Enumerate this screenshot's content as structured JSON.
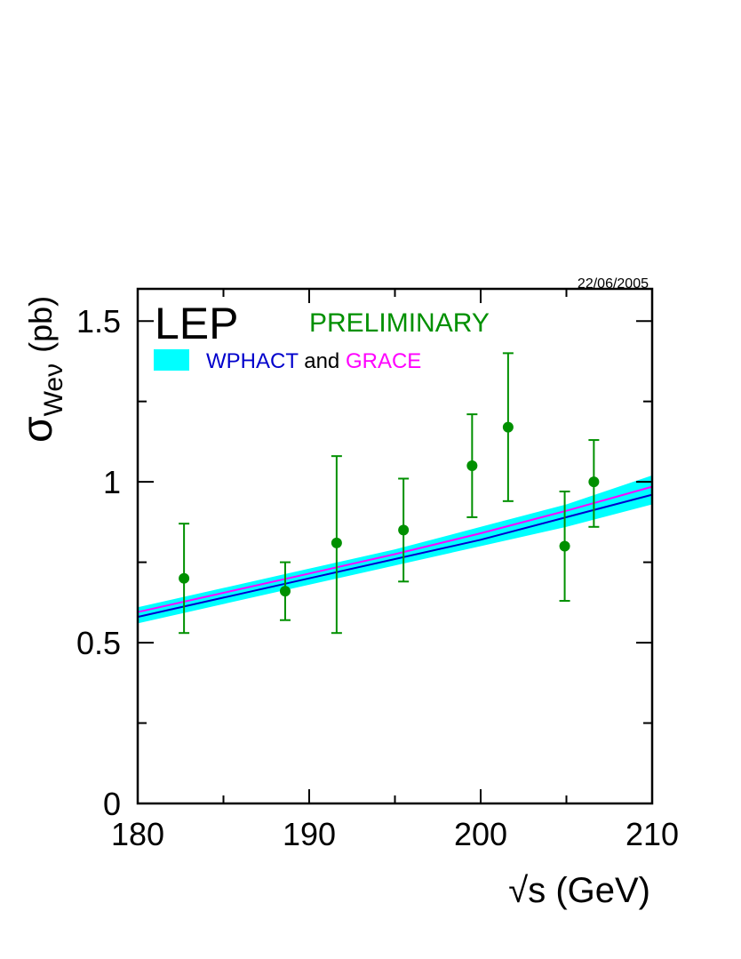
{
  "chart_data": {
    "type": "scatter",
    "date_label": "22/06/2005",
    "experiment_label": "LEP",
    "status_label": "PRELIMINARY",
    "legend": {
      "placement": "top-left",
      "part1": "WPHACT",
      "part2": "and",
      "part3": "GRACE"
    },
    "xlabel": "√s (GeV)",
    "ylabel_symbol": "σ",
    "ylabel_subscript": "Weν",
    "ylabel_unit": "(pb)",
    "xlim": [
      180,
      210
    ],
    "ylim": [
      0,
      1.6
    ],
    "x_ticks": [
      "180",
      "190",
      "200",
      "210"
    ],
    "y_ticks": [
      "0",
      "0.5",
      "1",
      "1.5"
    ],
    "y_tick_values": [
      0,
      0.5,
      1,
      1.5
    ],
    "series": [
      {
        "kind": "data-points",
        "color": "#009000",
        "points": [
          {
            "x": 182.7,
            "y": 0.7,
            "err_lo": 0.17,
            "err_hi": 0.17
          },
          {
            "x": 188.6,
            "y": 0.66,
            "err_lo": 0.09,
            "err_hi": 0.09
          },
          {
            "x": 191.6,
            "y": 0.81,
            "err_lo": 0.28,
            "err_hi": 0.27
          },
          {
            "x": 195.5,
            "y": 0.85,
            "err_lo": 0.16,
            "err_hi": 0.16
          },
          {
            "x": 199.5,
            "y": 1.05,
            "err_lo": 0.16,
            "err_hi": 0.16
          },
          {
            "x": 201.6,
            "y": 1.17,
            "err_lo": 0.23,
            "err_hi": 0.23
          },
          {
            "x": 204.9,
            "y": 0.8,
            "err_lo": 0.17,
            "err_hi": 0.17
          },
          {
            "x": 206.6,
            "y": 1.0,
            "err_lo": 0.14,
            "err_hi": 0.13
          }
        ]
      },
      {
        "kind": "band",
        "color": "#00ffff",
        "x": [
          180,
          185,
          190,
          195,
          200,
          205,
          210
        ],
        "lower": [
          0.56,
          0.62,
          0.68,
          0.74,
          0.8,
          0.86,
          0.93
        ],
        "upper": [
          0.61,
          0.67,
          0.73,
          0.79,
          0.86,
          0.93,
          1.02
        ]
      },
      {
        "name": "WPHACT",
        "kind": "line",
        "color": "#0000cc",
        "x": [
          180,
          185,
          190,
          195,
          200,
          205,
          210
        ],
        "y": [
          0.58,
          0.64,
          0.7,
          0.76,
          0.82,
          0.89,
          0.96
        ]
      },
      {
        "name": "GRACE",
        "kind": "line",
        "color": "#ff00ff",
        "x": [
          180,
          185,
          190,
          195,
          200,
          205,
          210
        ],
        "y": [
          0.595,
          0.655,
          0.715,
          0.775,
          0.84,
          0.91,
          0.985
        ]
      }
    ]
  }
}
